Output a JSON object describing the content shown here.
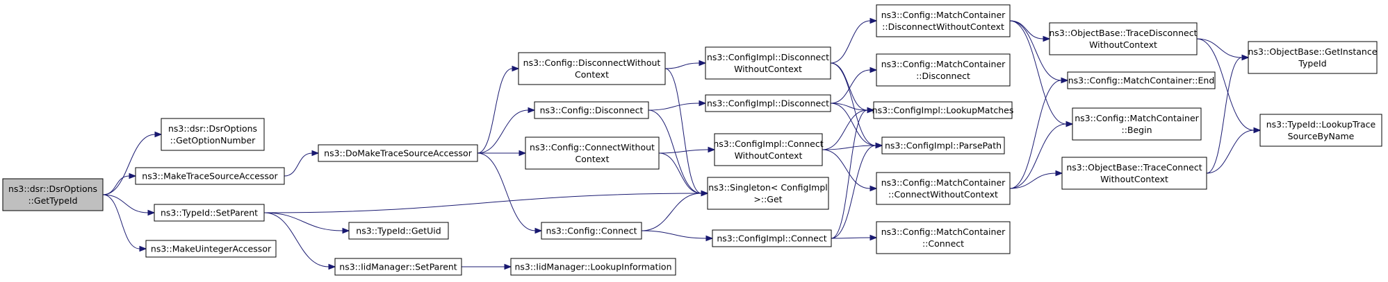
{
  "diagram": {
    "nodes": [
      {
        "id": "root",
        "lines": [
          "ns3::dsr::DsrOptions",
          "::GetTypeId"
        ],
        "highlight": true
      },
      {
        "id": "getoptnum",
        "lines": [
          "ns3::dsr::DsrOptions",
          "::GetOptionNumber"
        ]
      },
      {
        "id": "mktrace",
        "lines": [
          "ns3::MakeTraceSourceAccessor"
        ]
      },
      {
        "id": "setparent",
        "lines": [
          "ns3::TypeId::SetParent"
        ]
      },
      {
        "id": "mkuint",
        "lines": [
          "ns3::MakeUintegerAccessor"
        ]
      },
      {
        "id": "domake",
        "lines": [
          "ns3::DoMakeTraceSourceAccessor"
        ]
      },
      {
        "id": "getuid",
        "lines": [
          "ns3::TypeId::GetUid"
        ]
      },
      {
        "id": "iidsetparent",
        "lines": [
          "ns3::IidManager::SetParent"
        ]
      },
      {
        "id": "lookupinfo",
        "lines": [
          "ns3::IidManager::LookupInformation"
        ]
      },
      {
        "id": "cfgdiscwo",
        "lines": [
          "ns3::Config::DisconnectWithout",
          "Context"
        ]
      },
      {
        "id": "cfgdisc",
        "lines": [
          "ns3::Config::Disconnect"
        ]
      },
      {
        "id": "cfgconnwo",
        "lines": [
          "ns3::Config::ConnectWithout",
          "Context"
        ]
      },
      {
        "id": "cfgconn",
        "lines": [
          "ns3::Config::Connect"
        ]
      },
      {
        "id": "implDiscWo",
        "lines": [
          "ns3::ConfigImpl::Disconnect",
          "WithoutContext"
        ]
      },
      {
        "id": "implDisc",
        "lines": [
          "ns3::ConfigImpl::Disconnect"
        ]
      },
      {
        "id": "implConnWo",
        "lines": [
          "ns3::ConfigImpl::Connect",
          "WithoutContext"
        ]
      },
      {
        "id": "singleton",
        "lines": [
          "ns3::Singleton< ConfigImpl",
          " >::Get"
        ]
      },
      {
        "id": "implConn",
        "lines": [
          "ns3::ConfigImpl::Connect"
        ]
      },
      {
        "id": "mcDiscWo",
        "lines": [
          "ns3::Config::MatchContainer",
          "::DisconnectWithoutContext"
        ]
      },
      {
        "id": "mcDisc",
        "lines": [
          "ns3::Config::MatchContainer",
          "::Disconnect"
        ]
      },
      {
        "id": "lookupMatches",
        "lines": [
          "ns3::ConfigImpl::LookupMatches"
        ]
      },
      {
        "id": "parsePath",
        "lines": [
          "ns3::ConfigImpl::ParsePath"
        ]
      },
      {
        "id": "mcConnWo",
        "lines": [
          "ns3::Config::MatchContainer",
          "::ConnectWithoutContext"
        ]
      },
      {
        "id": "mcConn",
        "lines": [
          "ns3::Config::MatchContainer",
          "::Connect"
        ]
      },
      {
        "id": "obTraceDisc",
        "lines": [
          "ns3::ObjectBase::TraceDisconnect",
          "WithoutContext"
        ]
      },
      {
        "id": "mcEnd",
        "lines": [
          "ns3::Config::MatchContainer::End"
        ]
      },
      {
        "id": "mcBegin",
        "lines": [
          "ns3::Config::MatchContainer",
          "::Begin"
        ]
      },
      {
        "id": "obTraceConn",
        "lines": [
          "ns3::ObjectBase::TraceConnect",
          "WithoutContext"
        ]
      },
      {
        "id": "obGetInst",
        "lines": [
          "ns3::ObjectBase::GetInstance",
          "TypeId"
        ]
      },
      {
        "id": "tidLookup",
        "lines": [
          "ns3::TypeId::LookupTrace",
          "SourceByName"
        ]
      }
    ],
    "edges": [
      [
        "root",
        "getoptnum"
      ],
      [
        "root",
        "mktrace"
      ],
      [
        "root",
        "setparent"
      ],
      [
        "root",
        "mkuint"
      ],
      [
        "mktrace",
        "domake"
      ],
      [
        "setparent",
        "singleton"
      ],
      [
        "setparent",
        "getuid"
      ],
      [
        "setparent",
        "iidsetparent"
      ],
      [
        "iidsetparent",
        "lookupinfo"
      ],
      [
        "domake",
        "cfgdiscwo"
      ],
      [
        "domake",
        "cfgdisc"
      ],
      [
        "domake",
        "cfgconnwo"
      ],
      [
        "domake",
        "cfgconn"
      ],
      [
        "cfgdiscwo",
        "implDiscWo"
      ],
      [
        "cfgdiscwo",
        "singleton"
      ],
      [
        "cfgdisc",
        "implDisc"
      ],
      [
        "cfgdisc",
        "singleton"
      ],
      [
        "cfgconnwo",
        "implConnWo"
      ],
      [
        "cfgconnwo",
        "singleton"
      ],
      [
        "cfgconn",
        "singleton"
      ],
      [
        "cfgconn",
        "implConn"
      ],
      [
        "implDiscWo",
        "mcDiscWo"
      ],
      [
        "implDiscWo",
        "lookupMatches"
      ],
      [
        "implDiscWo",
        "parsePath"
      ],
      [
        "implDisc",
        "mcDisc"
      ],
      [
        "implDisc",
        "lookupMatches"
      ],
      [
        "implDisc",
        "parsePath"
      ],
      [
        "implConnWo",
        "lookupMatches"
      ],
      [
        "implConnWo",
        "parsePath"
      ],
      [
        "implConnWo",
        "mcConnWo"
      ],
      [
        "implConn",
        "lookupMatches"
      ],
      [
        "implConn",
        "parsePath"
      ],
      [
        "implConn",
        "mcConn"
      ],
      [
        "mcDiscWo",
        "obTraceDisc"
      ],
      [
        "mcDiscWo",
        "mcEnd"
      ],
      [
        "mcDiscWo",
        "mcBegin"
      ],
      [
        "mcConnWo",
        "mcEnd"
      ],
      [
        "mcConnWo",
        "mcBegin"
      ],
      [
        "mcConnWo",
        "obTraceConn"
      ],
      [
        "obTraceDisc",
        "obGetInst"
      ],
      [
        "obTraceDisc",
        "tidLookup"
      ],
      [
        "obTraceConn",
        "obGetInst"
      ],
      [
        "obTraceConn",
        "tidLookup"
      ]
    ]
  },
  "colors": {
    "edge": "#191970",
    "root_fill": "#bfbfbf",
    "node_fill": "#ffffff",
    "border": "#000000"
  }
}
